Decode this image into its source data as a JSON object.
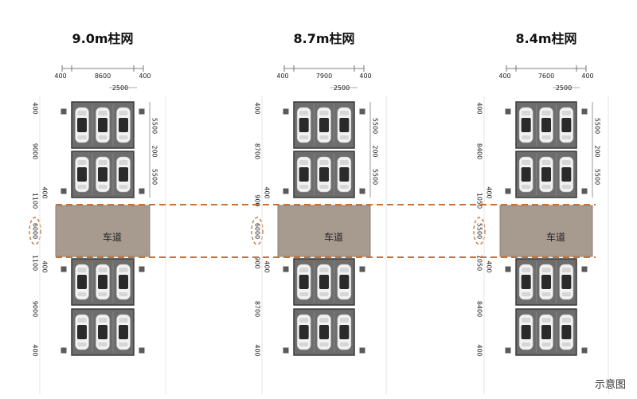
{
  "caption": "示意图",
  "colors": {
    "bay": "#6d6d6d",
    "bay_border": "#3a3a3a",
    "car": "#f2f2f2",
    "car_dark": "#2a2a2a",
    "aisle": "#a79a8f",
    "aisle_line": "#c8733a",
    "column": "#5a5a5a",
    "dim": "#555555"
  },
  "panels": [
    {
      "title": "9.0m柱网",
      "top_dims": [
        "400",
        "8600",
        "400"
      ],
      "sub_dim": "2500",
      "right_dims": [
        "5500",
        "200",
        "5500"
      ],
      "left_upper": [
        "400",
        "9000",
        "400"
      ],
      "aisle_label": "车道",
      "aisle_dims": [
        "1100",
        "6000",
        "1100"
      ],
      "left_lower": [
        "400",
        "9000",
        "400"
      ]
    },
    {
      "title": "8.7m柱网",
      "top_dims": [
        "400",
        "7900",
        "400"
      ],
      "sub_dim": "2500",
      "right_dims": [
        "5500",
        "200",
        "5500"
      ],
      "left_upper": [
        "400",
        "8700",
        "400"
      ],
      "aisle_label": "车道",
      "aisle_dims": [
        "900",
        "6000",
        "900"
      ],
      "left_lower": [
        "400",
        "8700",
        "400"
      ]
    },
    {
      "title": "8.4m柱网",
      "top_dims": [
        "400",
        "7600",
        "400"
      ],
      "sub_dim": "2500",
      "right_dims": [
        "5500",
        "200",
        "5500"
      ],
      "left_upper": [
        "400",
        "8400",
        "400"
      ],
      "aisle_label": "车道",
      "aisle_dims": [
        "1050",
        "5500",
        "1050"
      ],
      "left_lower": [
        "400",
        "8400",
        "400"
      ]
    }
  ]
}
